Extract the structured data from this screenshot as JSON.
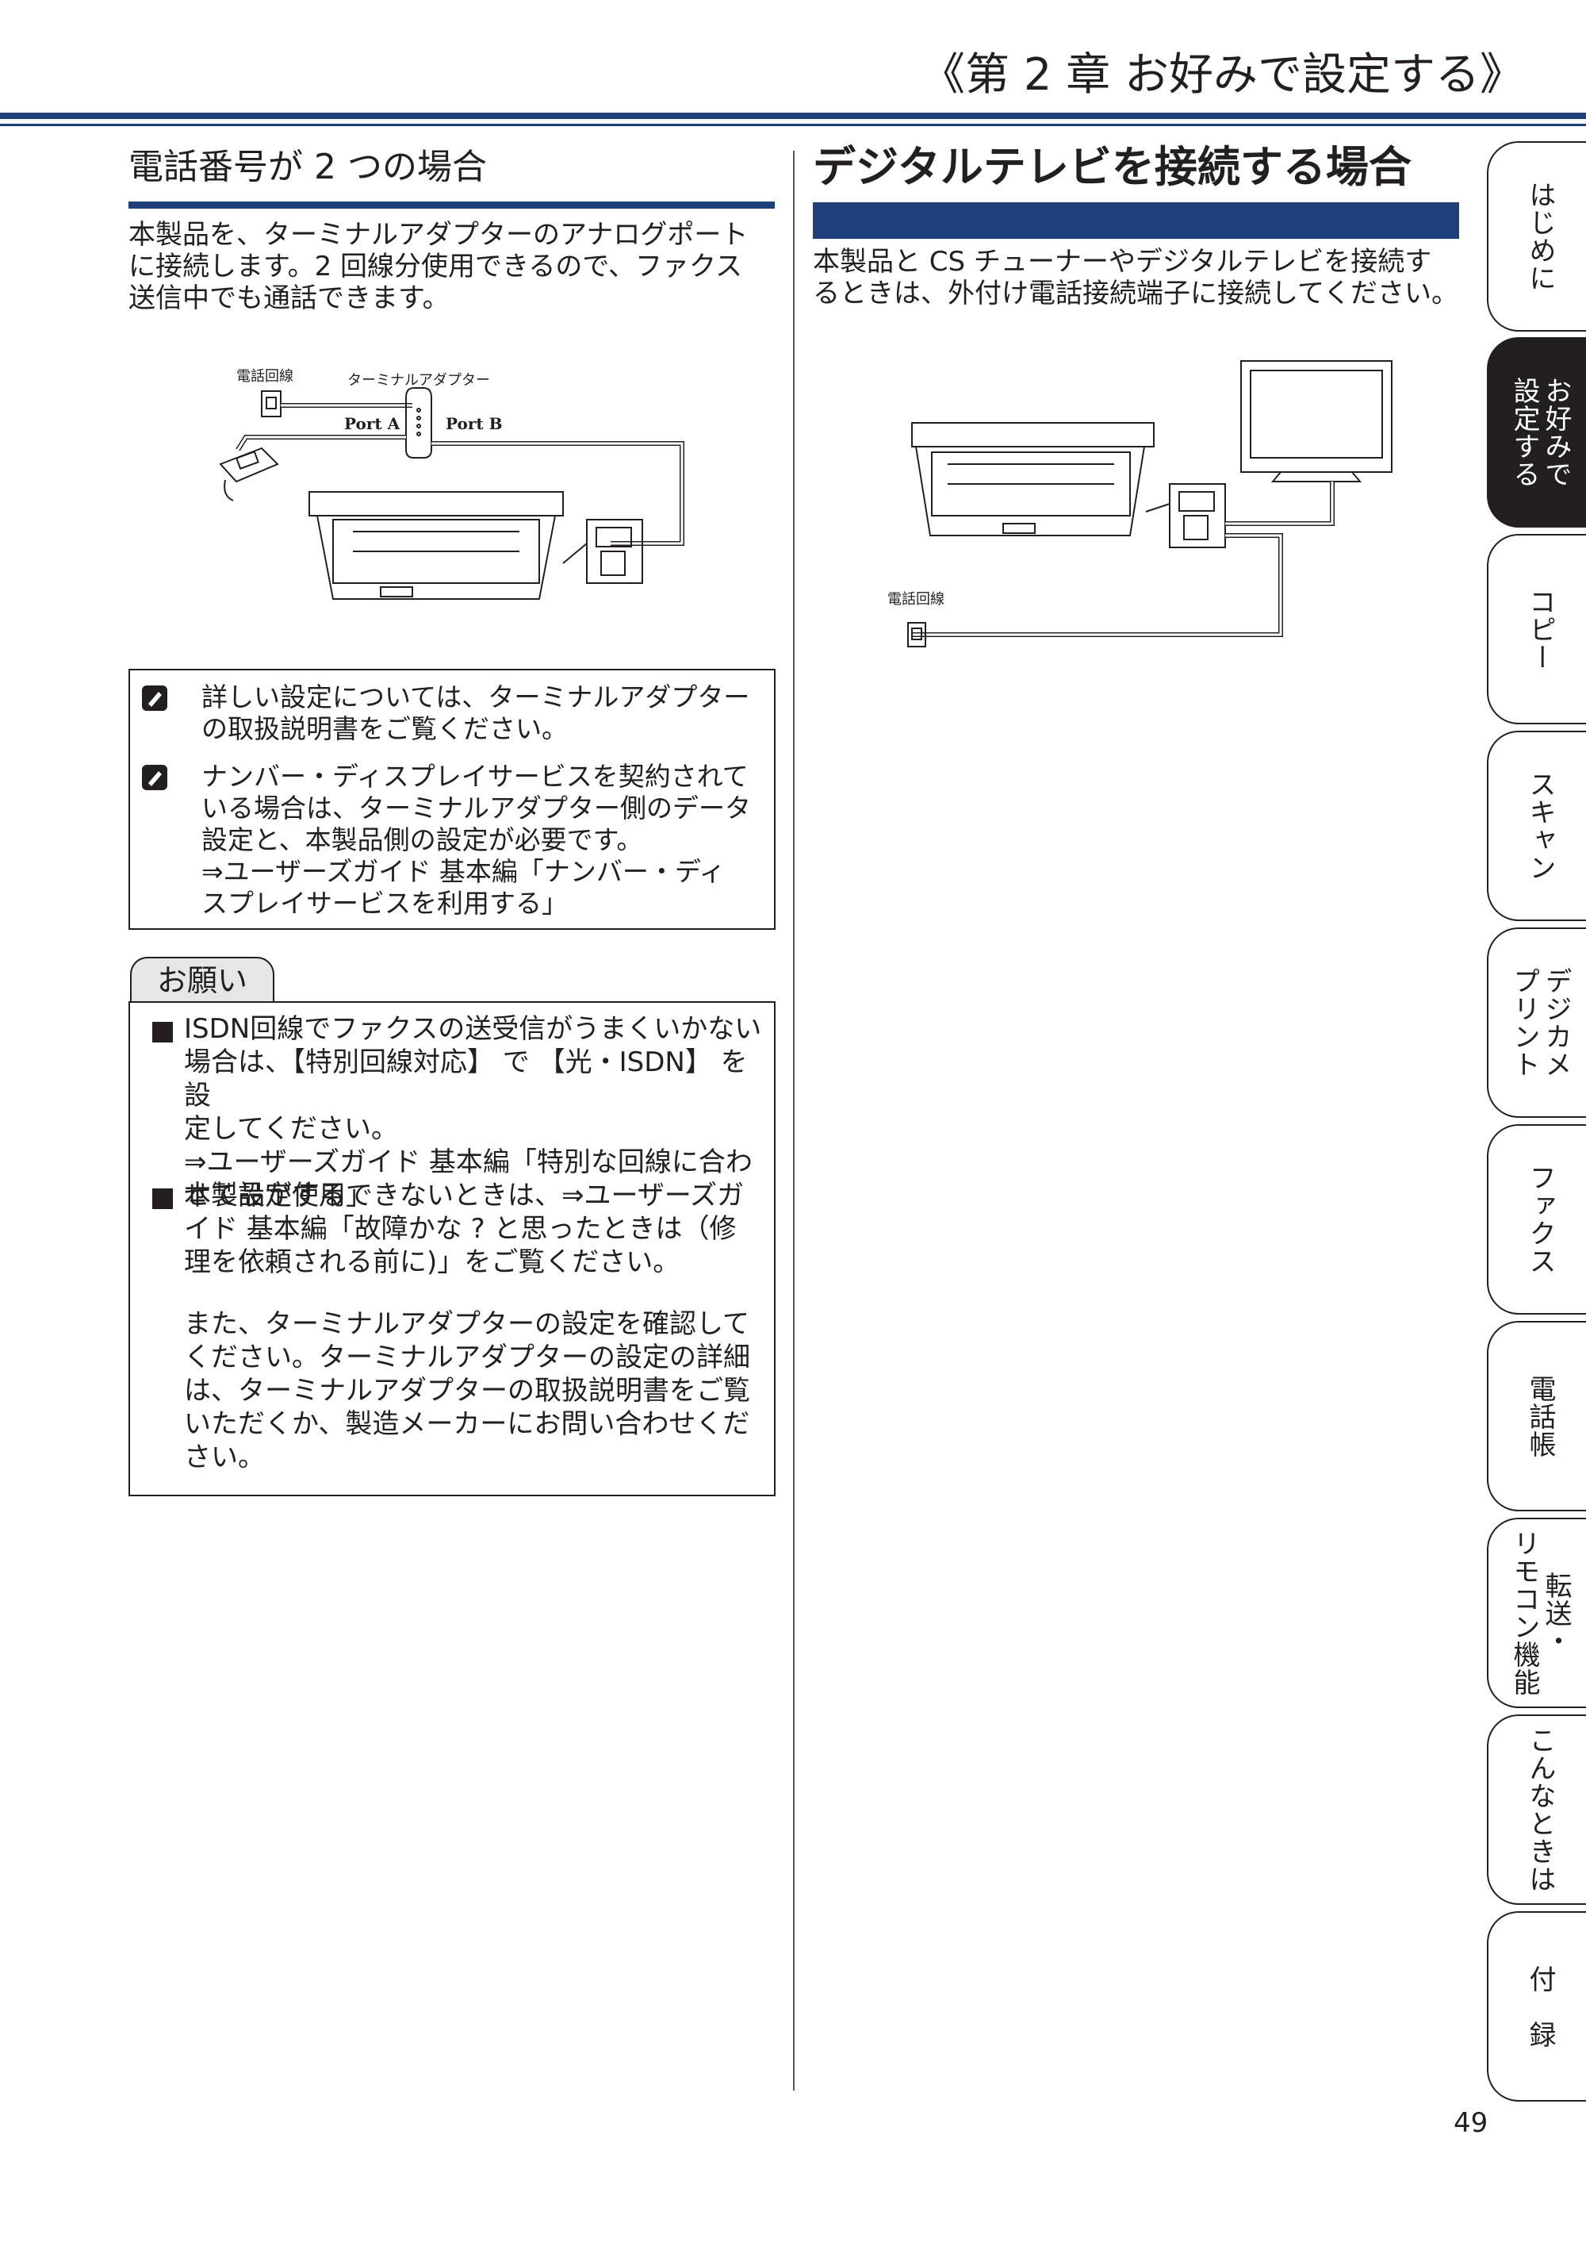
{
  "chapter_title": "《第 2 章 お好みで設定する》",
  "left": {
    "heading": "電話番号が 2 つの場合",
    "intro": [
      "本製品を、ターミナルアダプターのアナログポート",
      "に接続します。2 回線分使用できるので、ファクス",
      "送信中でも通話できます。"
    ],
    "diagram": {
      "line_label": "電話回線",
      "adapter_label": "ターミナルアダプター",
      "port_a": "Port A",
      "port_b": "Port B"
    },
    "notes": [
      {
        "icon": "memo-icon",
        "lines": [
          "詳しい設定については、ターミナルアダプター",
          "の取扱説明書をご覧ください。"
        ]
      },
      {
        "icon": "memo-icon",
        "lines": [
          "ナンバー・ディスプレイサービスを契約されて",
          "いる場合は、ターミナルアダプター側のデータ",
          "設定と、本製品側の設定が必要です。",
          "⇒ユーザーズガイド 基本編「ナンバー・ディ",
          "スプレイサービスを利用する」"
        ]
      }
    ],
    "onegai": {
      "title": "お願い",
      "items": [
        {
          "lines": [
            "ISDN回線でファクスの送受信がうまくいかない",
            "場合は、【特別回線対応】 で 【光・ISDN】 を設",
            "定してください。",
            "⇒ユーザーズガイド 基本編「特別な回線に合わ",
            "せて設定する」"
          ]
        },
        {
          "lines": [
            "本製品が使用できないときは、⇒ユーザーズガ",
            "イド 基本編「故障かな ? と思ったときは（修",
            "理を依頼される前に)」をご覧ください。"
          ]
        }
      ],
      "extra_lines": [
        "また、ターミナルアダプターの設定を確認して",
        "ください。ターミナルアダプターの設定の詳細",
        "は、ターミナルアダプターの取扱説明書をご覧",
        "いただくか、製造メーカーにお問い合わせくだ",
        "さい。"
      ]
    }
  },
  "right": {
    "heading": "デジタルテレビを接続する場合",
    "intro": [
      "本製品と CS チューナーやデジタルテレビを接続す",
      "るときは、外付け電話接続端子に接続してください。"
    ],
    "diagram": {
      "line_label": "電話回線"
    }
  },
  "side_tabs": [
    {
      "label": "はじめに",
      "active": false
    },
    {
      "label": "お好みで\n設定する",
      "active": true
    },
    {
      "label": "コピー",
      "active": false
    },
    {
      "label": "スキャン",
      "active": false
    },
    {
      "label": "デジカメ\nプリント",
      "active": false
    },
    {
      "label": "ファクス",
      "active": false
    },
    {
      "label": "電話帳",
      "active": false
    },
    {
      "label": "転送・\nリモコン機能",
      "active": false
    },
    {
      "label": "こんなときは",
      "active": false
    },
    {
      "label": "付　録",
      "active": false
    }
  ],
  "page_number": "49",
  "colors": {
    "accent": "#1f3f7a",
    "text": "#231f20",
    "tab_active": "#231f20"
  }
}
